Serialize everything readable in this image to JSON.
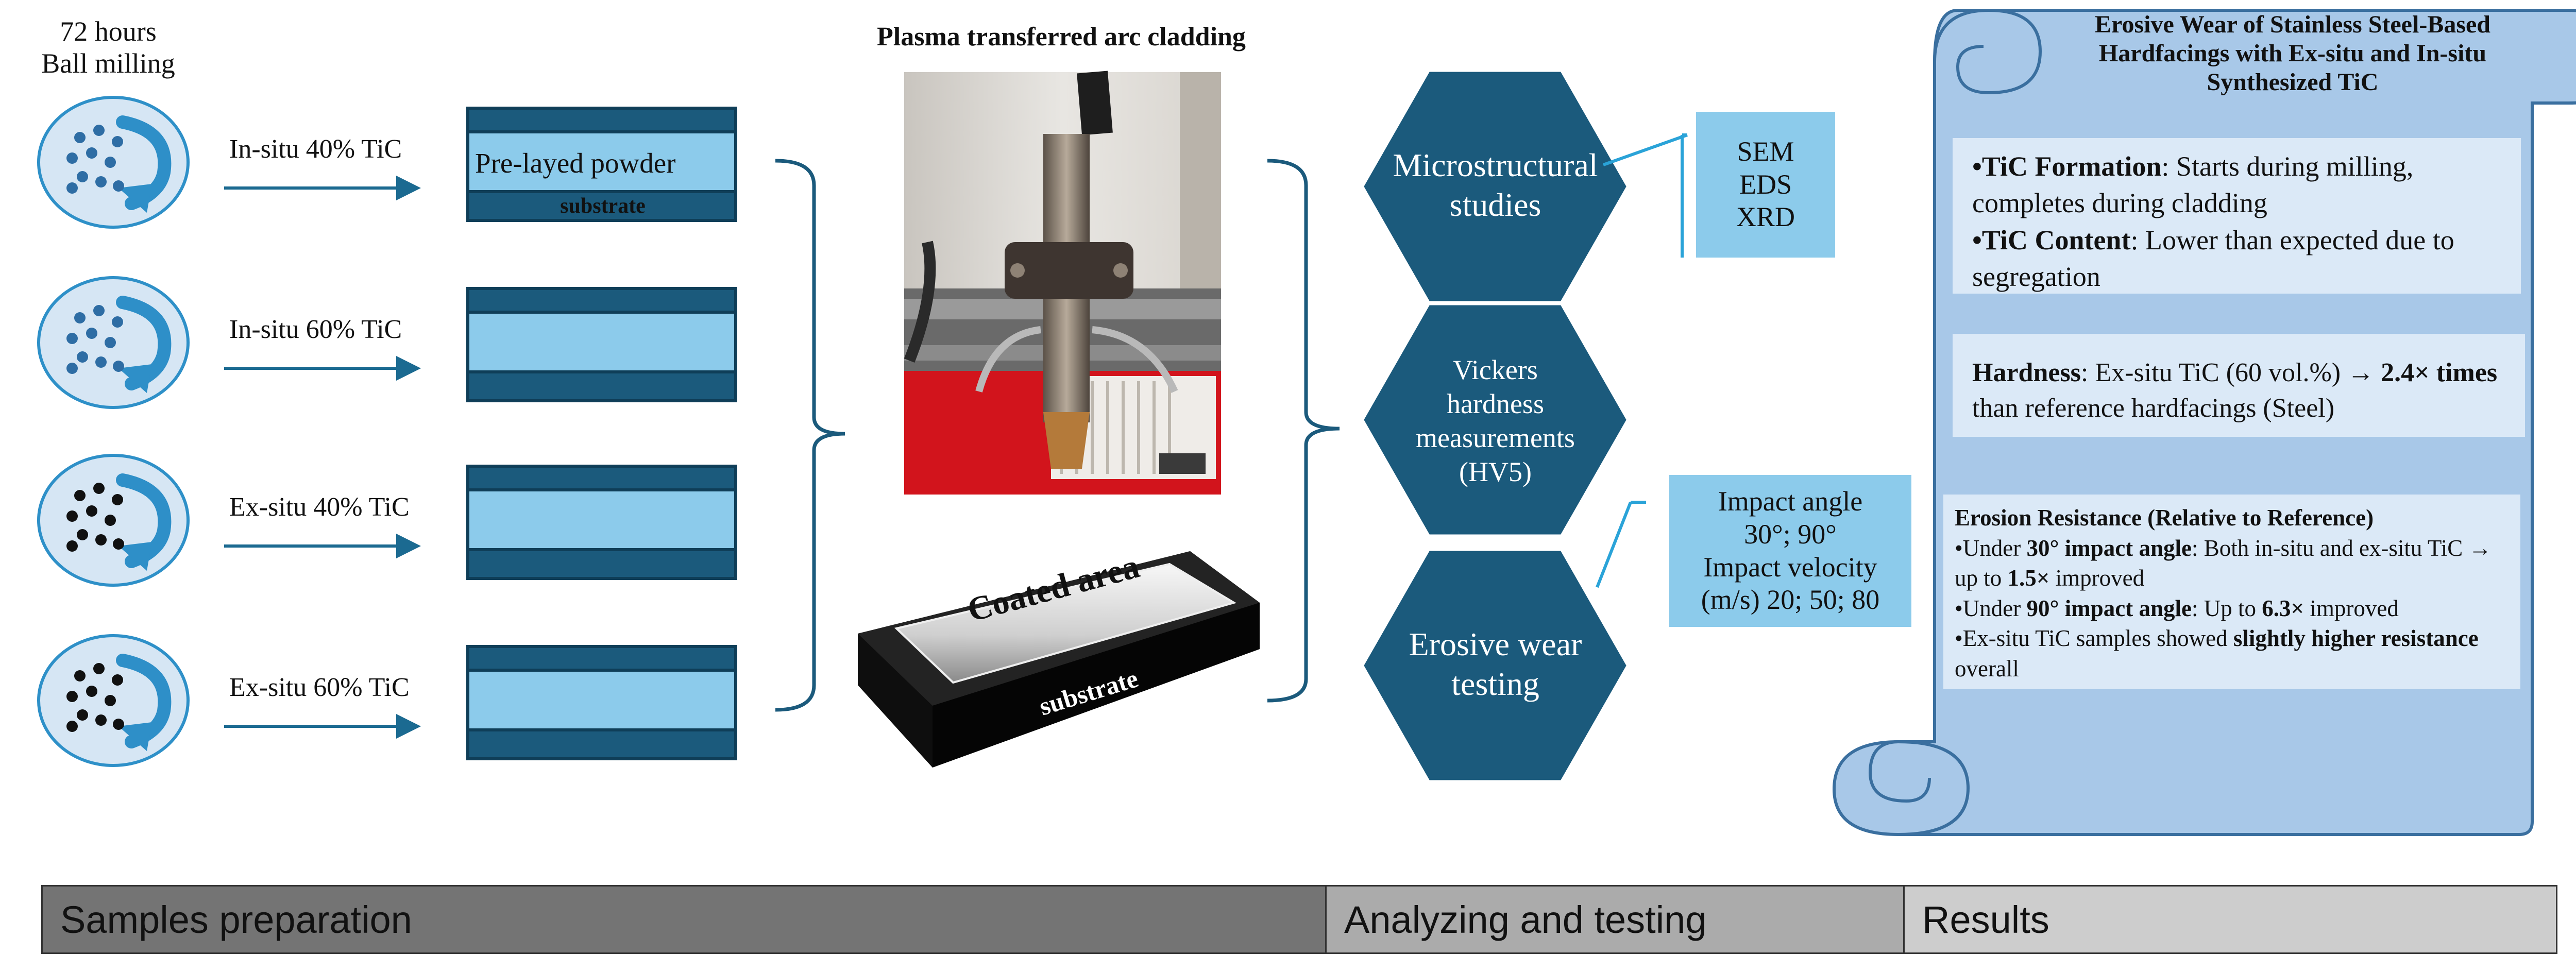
{
  "ball_milling": {
    "line1": "72 hours",
    "line2": "Ball milling"
  },
  "samples": [
    {
      "label": "In-situ 40% TiC",
      "dot_color": "#2e6da4"
    },
    {
      "label": "In-situ 60% TiC",
      "dot_color": "#2e6da4"
    },
    {
      "label": "Ex-situ 40% TiC",
      "dot_color": "#111111"
    },
    {
      "label": "Ex-situ 60% TiC",
      "dot_color": "#111111"
    }
  ],
  "layer": {
    "powder_label": "Pre-layed powder",
    "substrate_label": "substrate"
  },
  "cladding": {
    "title": "Plasma transferred arc cladding"
  },
  "coated_sample": {
    "coated_label": "Coated area",
    "substrate_label": "substrate"
  },
  "analysis": [
    {
      "line1": "Microstructural",
      "line2": "studies"
    },
    {
      "line1": "Vickers",
      "line2": "hardness",
      "line3": "measurements",
      "line4": "(HV5)"
    },
    {
      "line1": "Erosive wear",
      "line2": "testing"
    }
  ],
  "methods": {
    "line1": "SEM",
    "line2": "EDS",
    "line3": "XRD"
  },
  "impact": {
    "line1": "Impact angle",
    "line2": "30°; 90°",
    "line3": "Impact velocity",
    "line4": "(m/s) 20; 50; 80"
  },
  "scroll_title": {
    "line1": "Erosive Wear of Stainless Steel-Based",
    "line2": "Hardfacings with Ex-situ and In-situ",
    "line3": "Synthesized TiC"
  },
  "results": {
    "formation_bold": "•TiC Formation",
    "formation_text": ": Starts during milling, completes during cladding",
    "content_bold": "•TiC Content",
    "content_text": ": Lower than expected due to segregation",
    "hardness_bold": "Hardness",
    "hardness_text1": ": Ex-situ TiC (60 vol.%) → ",
    "hardness_bold2": "2.4× times",
    "hardness_text2": " than reference hardfacings (Steel)",
    "erosion_title": "Erosion Resistance (Relative to Reference)",
    "e1_pre": "•Under ",
    "e1_bold": "30° impact angle",
    "e1_mid": ": Both in-situ and ex-situ TiC → up to ",
    "e1_bold2": "1.5×",
    "e1_post": " improved",
    "e2_pre": "•Under ",
    "e2_bold": "90° impact angle",
    "e2_mid": ": Up to ",
    "e2_bold2": "6.3×",
    "e2_post": " improved",
    "e3_pre": "•Ex-situ TiC samples showed ",
    "e3_bold": "slightly higher resistance",
    "e3_post": " overall"
  },
  "stages": [
    {
      "label": "Samples preparation",
      "color": "#747474"
    },
    {
      "label": "Analyzing and testing",
      "color": "#ababab"
    },
    {
      "label": "Results",
      "color": "#cdcdcd"
    }
  ],
  "colors": {
    "navy": "#1b5a7c",
    "light_blue": "#8ccbeb",
    "arrow": "#1b6a91",
    "jar_fill": "#d6e6f4",
    "jar_stroke": "#2e90c8",
    "scroll_fill": "#a8c8e8",
    "scroll_stroke": "#3a6f9f"
  }
}
